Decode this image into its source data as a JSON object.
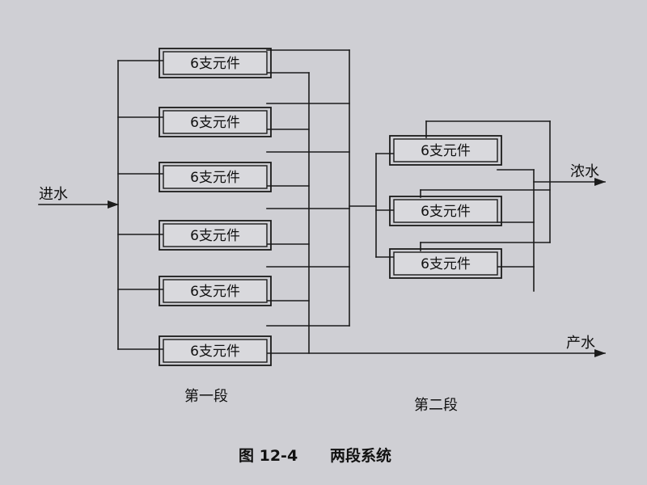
{
  "diagram": {
    "element_label": "6支元件",
    "inlet_label": "进水",
    "concentrate_label": "浓水",
    "product_label": "产水",
    "stage1_label": "第一段",
    "stage2_label": "第二段",
    "figure_number": "图 12-4",
    "figure_title": "两段系统",
    "stage1_element_count": 6,
    "stage2_element_count": 3
  }
}
